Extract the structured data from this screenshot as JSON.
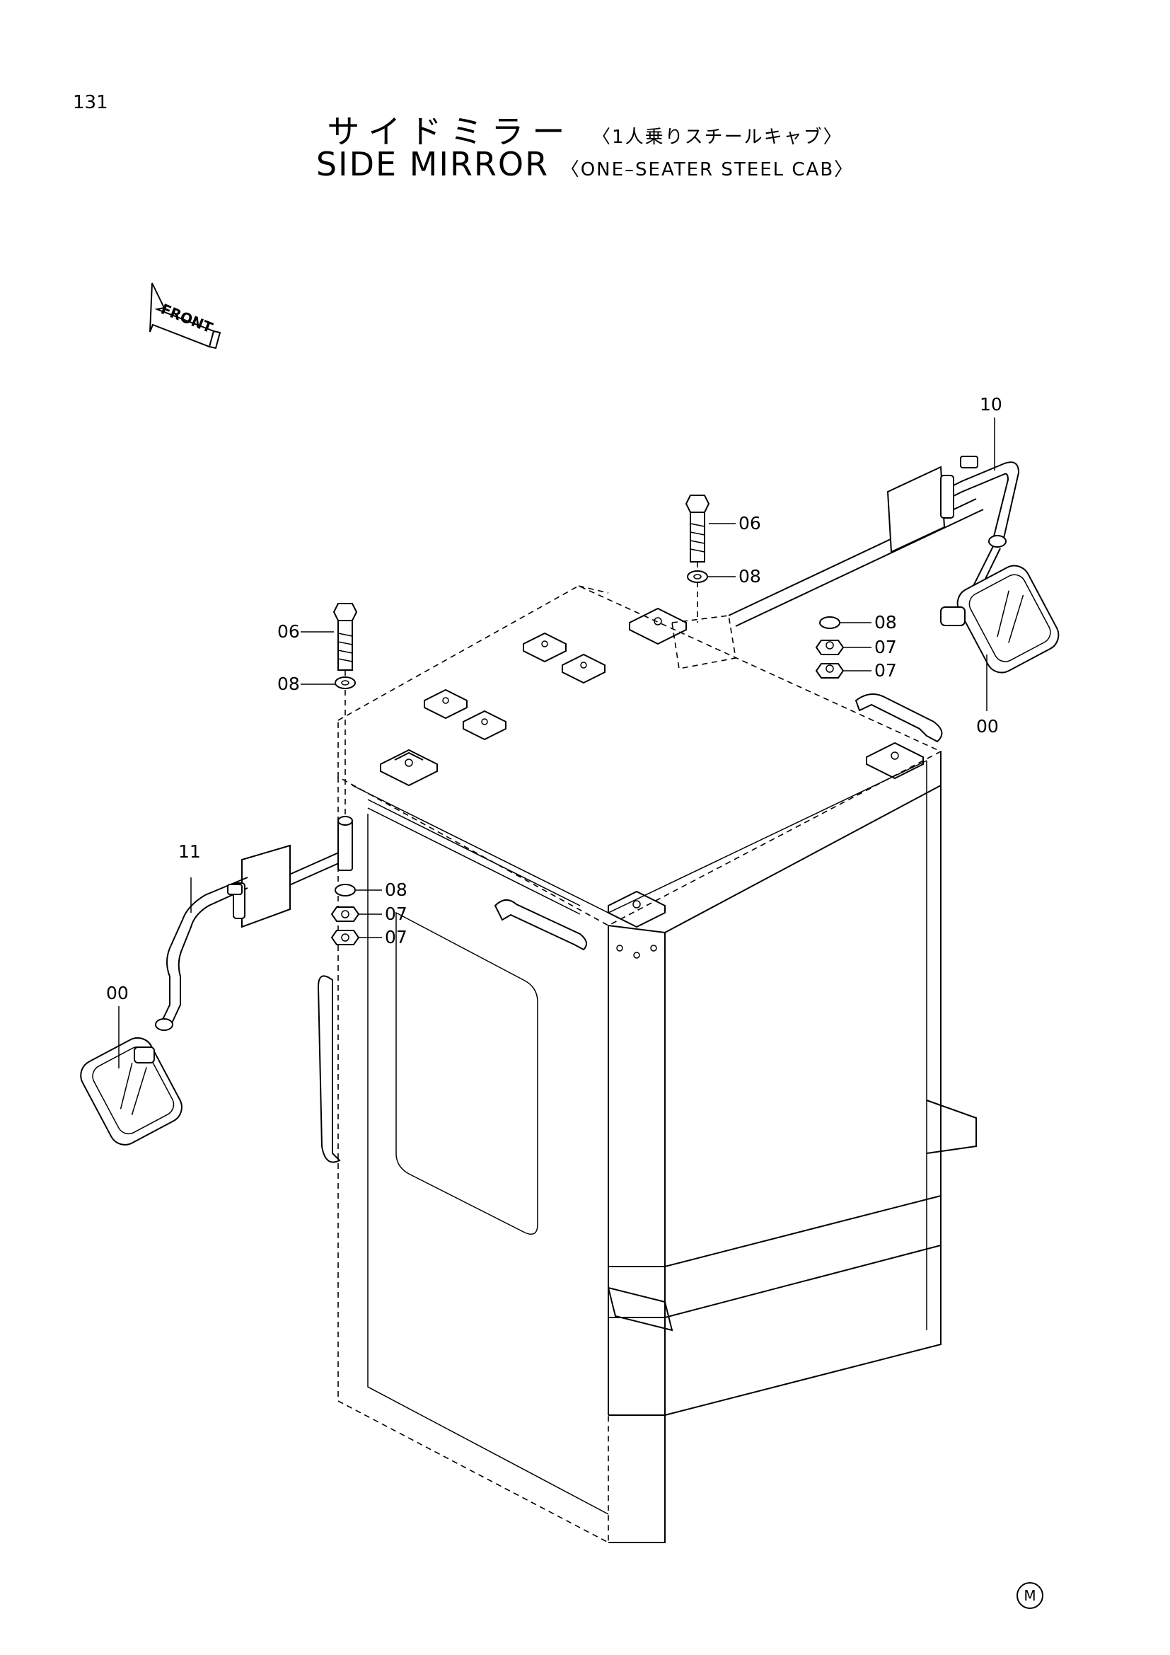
{
  "page_number": "131",
  "title_jp": "サイドミラー",
  "title_jp_sub": "〈1人乗りスチールキャブ〉",
  "title_en": "SIDE MIRROR",
  "title_en_sub": "〈ONE–SEATER STEEL CAB〉",
  "front_arrow_label": "FRONT",
  "part_labels": {
    "p10": "10",
    "p11": "11",
    "p06_right": "06",
    "p08_right_top": "08",
    "p08_right": "08",
    "p07_right_a": "07",
    "p07_right_b": "07",
    "p00_right": "00",
    "p06_left": "06",
    "p08_left_top": "08",
    "p08_left": "08",
    "p07_left_a": "07",
    "p07_left_b": "07",
    "p00_left": "00"
  },
  "corner_mark": "M"
}
